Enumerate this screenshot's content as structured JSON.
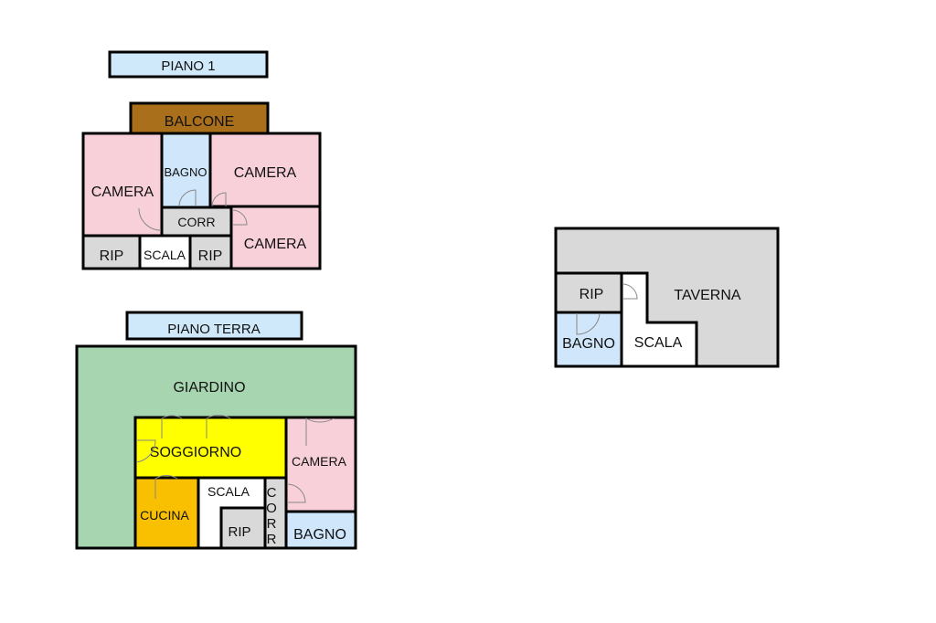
{
  "colors": {
    "label_box": "#cfe8fa",
    "balcone": "#a96f1b",
    "camera": "#f8d0da",
    "bagno": "#cfe6fb",
    "service": "#d9d9d9",
    "scala": "#ffffff",
    "giardino": "#a6d5b0",
    "soggiorno": "#ffff00",
    "cucina": "#f8c000"
  },
  "piano1": {
    "title": "PIANO 1",
    "rooms": {
      "balcone": "BALCONE",
      "camera_left": "CAMERA",
      "bagno": "BAGNO",
      "camera_top_right": "CAMERA",
      "corr": "CORR",
      "camera_bottom_right": "CAMERA",
      "rip_left": "RIP",
      "scala": "SCALA",
      "rip_right": "RIP"
    }
  },
  "piano_terra": {
    "title": "PIANO TERRA",
    "rooms": {
      "giardino": "GIARDINO",
      "soggiorno": "SOGGIORNO",
      "camera": "CAMERA",
      "cucina": "CUCINA",
      "scala": "SCALA",
      "rip": "RIP",
      "corr": [
        "C",
        "O",
        "R",
        "R"
      ],
      "bagno": "BAGNO"
    }
  },
  "seminterrato": {
    "rooms": {
      "taverna": "TAVERNA",
      "rip": "RIP",
      "bagno": "BAGNO",
      "scala": "SCALA"
    }
  }
}
